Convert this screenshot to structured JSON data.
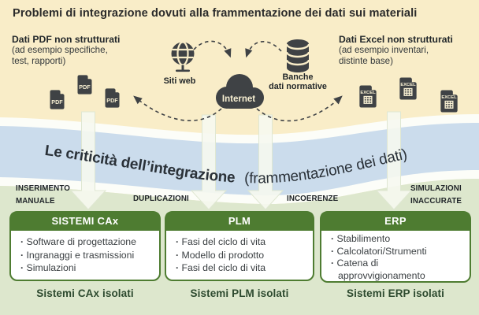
{
  "title": "Problemi di integrazione dovuti alla frammentazione dei dati sui materiali",
  "sources": {
    "pdf": {
      "heading": "Dati PDF non strutturati",
      "sub1": "(ad esempio specifiche,",
      "sub2": "test, rapporti)",
      "file_label": "PDF"
    },
    "excel": {
      "heading": "Dati Excel non strutturati",
      "sub1": "(ad esempio inventari,",
      "sub2": "distinte base)",
      "file_label": "EXCEL"
    },
    "web": {
      "label": "Siti web"
    },
    "database": {
      "label1": "Banche",
      "label2": "dati normative"
    },
    "internet": {
      "label": "Internet"
    }
  },
  "wave": {
    "main": "Le criticità dell’integrazione",
    "paren": "(frammentazione dei dati)"
  },
  "issues": [
    {
      "lines": [
        "INSERIMENTO",
        "MANUALE"
      ]
    },
    {
      "lines": [
        "DUPLICAZIONI"
      ]
    },
    {
      "lines": [
        "INCOERENZE"
      ]
    },
    {
      "lines": [
        "SIMULAZIONI",
        "INACCURATE"
      ]
    }
  ],
  "systems": [
    {
      "header": "SISTEMI CAx",
      "items": [
        "Software di progettazione",
        "Ingranaggi e trasmissioni",
        "Simulazioni"
      ],
      "caption": "Sistemi CAx isolati"
    },
    {
      "header": "PLM",
      "items": [
        "Fasi del ciclo di vita",
        "Modello di prodotto",
        "Fasi del ciclo di vita"
      ],
      "caption": "Sistemi PLM isolati"
    },
    {
      "header": "ERP",
      "items": [
        "Stabilimento",
        "Calcolatori/Strumenti",
        "Catena di approvvigionamento"
      ],
      "caption": "Sistemi ERP isolati"
    }
  ],
  "colors": {
    "cream_bg": "#f9edc8",
    "blue_band": "#cbdcec",
    "green_band": "#dde7cd",
    "white_wave": "#fcfdf8",
    "accent_green": "#4e7c31",
    "dark_icon": "#3f4245",
    "caption_green": "#2d4a2f",
    "wave_text": "#2a3138"
  }
}
